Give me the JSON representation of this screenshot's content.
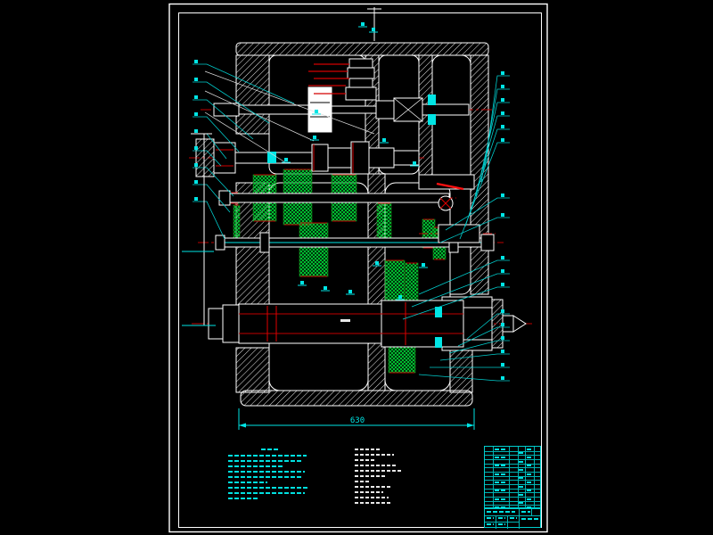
{
  "app": {
    "type": "cad-assembly-drawing",
    "background": "#000000"
  },
  "sheet": {
    "border_color": "#ffffff",
    "double_border": true
  },
  "drawing": {
    "subject": "gearbox-spindle-head-sectional-assembly",
    "colors": {
      "outline": "#ffffff",
      "gear_hatch": "#00cc33",
      "centerline": "#bb0000",
      "highlight_red": "#ff1111",
      "callout_cyan": "#00e5e5"
    },
    "dimension_overall_width": "630"
  },
  "notes_block": {
    "color": "#00e5e5",
    "legibility": "illegible-fine-print",
    "title_bar_width": 20,
    "illegible_line_widths": [
      88,
      82,
      62,
      86,
      82,
      44,
      90,
      86,
      34
    ]
  },
  "spec_block": {
    "color": "#e8e8e8",
    "legibility": "illegible-fine-print",
    "illegible_line_widths": [
      30,
      44,
      24,
      48,
      52,
      36,
      16,
      42,
      32,
      38,
      42
    ]
  },
  "parts_table": {
    "color": "#00cdcd",
    "row_count": 15,
    "column_offsets": [
      9,
      27,
      37,
      45,
      55
    ],
    "legibility": "illegible-fine-print"
  },
  "title_block": {
    "color": "#00cdcd",
    "legibility": "illegible-fine-print"
  }
}
